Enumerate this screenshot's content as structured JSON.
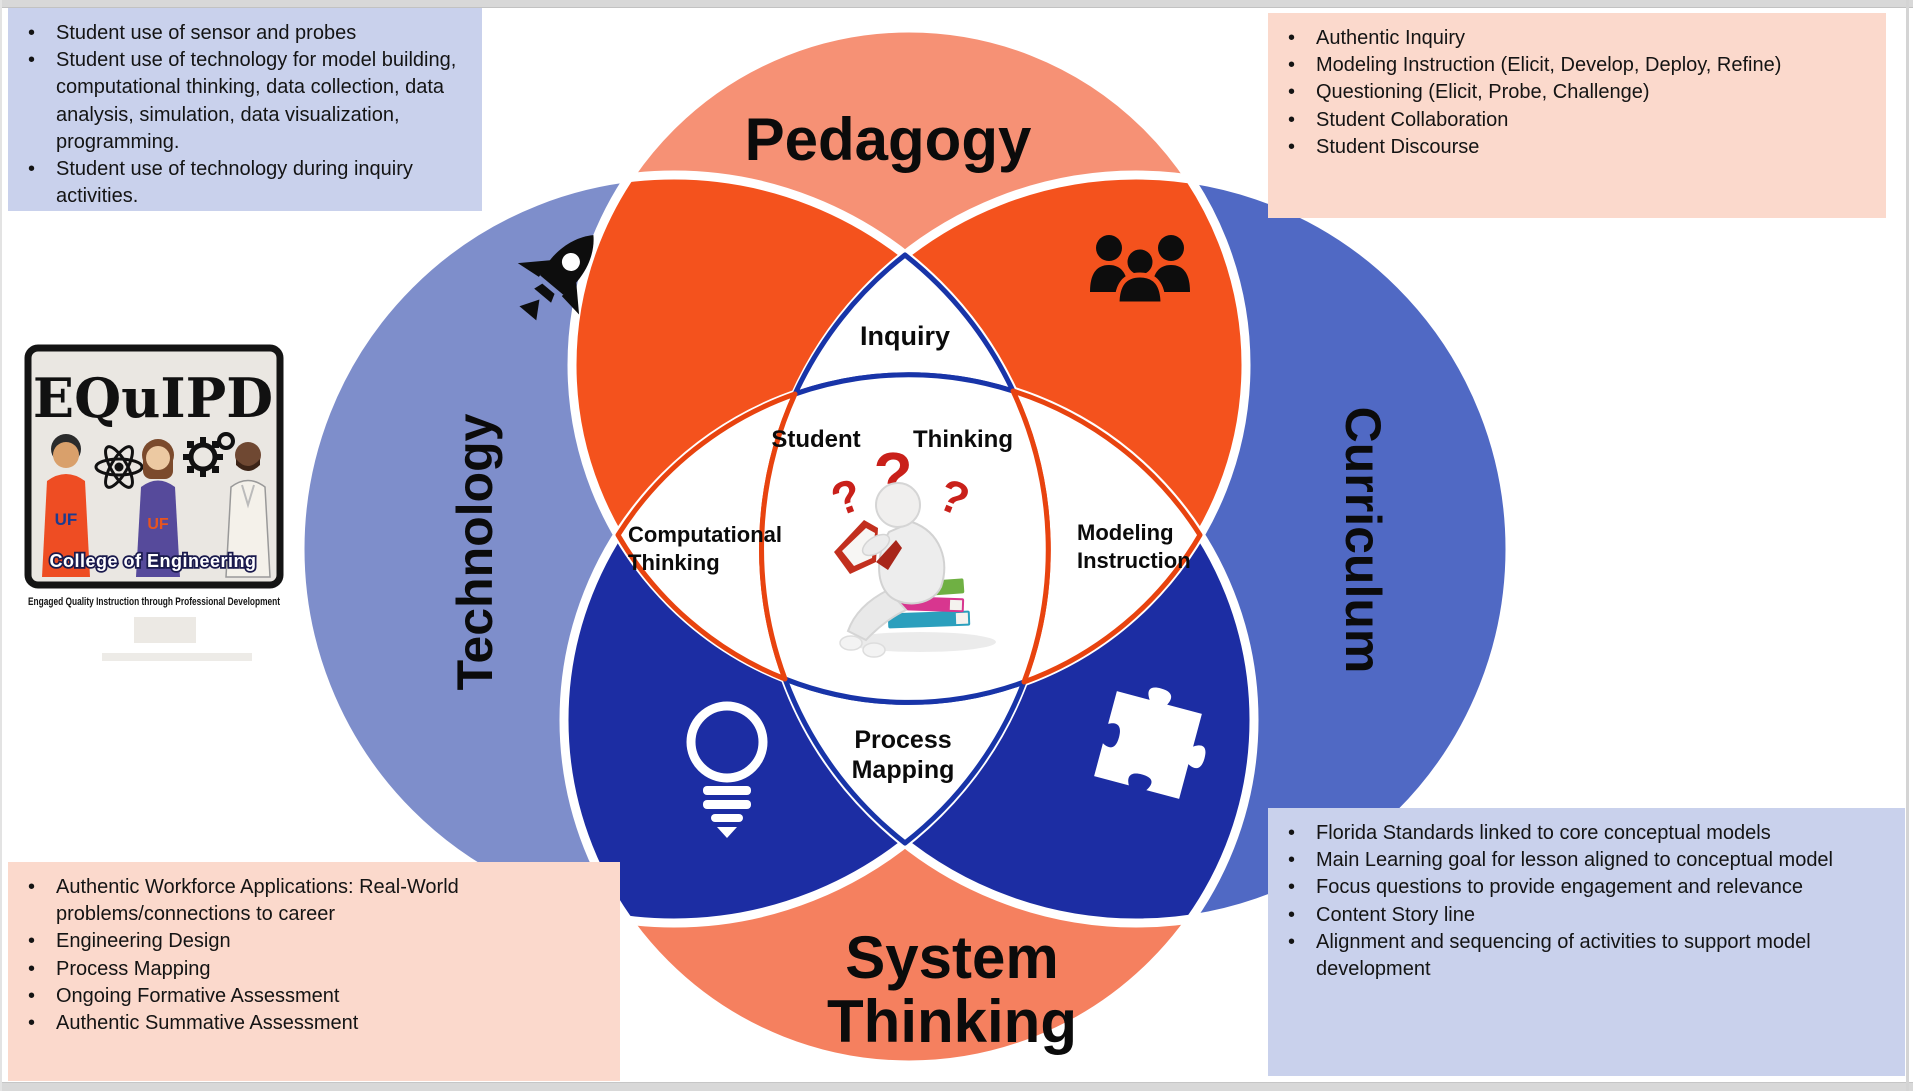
{
  "slide_type": "venn-diagram-slide",
  "venn": {
    "labels": {
      "top": "Pedagogy",
      "right": "Curriculum",
      "left": "Technology",
      "bottom_line1": "System",
      "bottom_line2": "Thinking"
    },
    "regions": {
      "inquiry": "Inquiry",
      "student": "Student",
      "thinking": "Thinking",
      "computational_line1": "Computational",
      "computational_line2": "Thinking",
      "modeling_line1": "Modeling",
      "modeling_line2": "Instruction",
      "process_line1": "Process",
      "process_line2": "Mapping"
    },
    "icons": [
      "rocket-icon",
      "group-icon",
      "lightbulb-icon",
      "puzzle-icon",
      "question-marks-icon",
      "reading-figure"
    ]
  },
  "boxes": {
    "top_left": {
      "items": [
        "Student use of sensor and probes",
        "Student use of technology for model building, computational thinking, data collection, data analysis, simulation, data visualization, programming.",
        "Student use of technology during inquiry activities."
      ]
    },
    "top_right": {
      "items": [
        "Authentic Inquiry",
        "Modeling Instruction (Elicit, Develop, Deploy, Refine)",
        "Questioning (Elicit, Probe, Challenge)",
        "Student Collaboration",
        "Student Discourse"
      ]
    },
    "bottom_left": {
      "items": [
        "Authentic Workforce Applications: Real-World problems/connections to career",
        "Engineering Design",
        "Process Mapping",
        "Ongoing Formative Assessment",
        "Authentic Summative Assessment"
      ]
    },
    "bottom_right": {
      "items": [
        "Florida Standards linked to core conceptual models",
        "Main Learning goal for lesson aligned to conceptual model",
        "Focus questions to provide engagement and relevance",
        "Content Story line",
        "Alignment and sequencing of activities to support model development"
      ]
    }
  },
  "logo": {
    "title": "EQuIPD",
    "uf_left": "UF",
    "uf_center": "UF",
    "college": "College of Engineering",
    "tagline": "Engaged Quality Instruction through Professional Development"
  },
  "ui": {
    "bullet": "•"
  },
  "colors": {
    "circle_top": "#f69175",
    "circle_bottom": "#f5805f",
    "circle_left": "#7e8ecb",
    "circle_right": "#5069c4",
    "overlap_orange": "#f4521d",
    "overlap_navy": "#1c2da3",
    "arc_navy": "#1834a8",
    "arc_orange": "#e8430f",
    "box_lavender": "#c9d1ec",
    "box_pink": "#fbd9cc"
  }
}
